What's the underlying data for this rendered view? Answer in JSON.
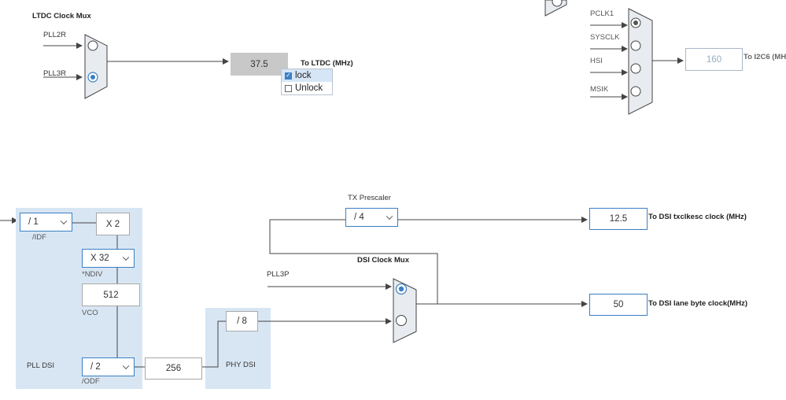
{
  "ltdc": {
    "title": "LTDC Clock Mux",
    "input_1": "PLL2R",
    "input_2": "PLL3R",
    "selected_input": "PLL3R",
    "value": "37.5",
    "output_label": "To LTDC (MHz)",
    "menu": {
      "items": [
        {
          "label": "lock",
          "checked": true
        },
        {
          "label": "Unlock",
          "checked": false
        }
      ]
    }
  },
  "i2c6": {
    "inputs": [
      "PCLK1",
      "SYSCLK",
      "HSI",
      "MSIK"
    ],
    "selected_input": "PCLK1",
    "value": "160",
    "output_label": "To I2C6 (MH"
  },
  "pll_dsi": {
    "label": "PLL DSI",
    "idf_value": "/ 1",
    "idf_label": "/IDF",
    "mult_value": "X 2",
    "ndiv_value": "X 32",
    "ndiv_label": "*NDIV",
    "vco_value": "512",
    "vco_label": "VCO",
    "odf_value": "/ 2",
    "odf_label": "/ODF",
    "out_value": "256"
  },
  "phy_dsi": {
    "label": "PHY DSI",
    "div_value": "/ 8"
  },
  "tx_prescaler": {
    "title": "TX Prescaler",
    "value": "/ 4",
    "output_value": "12.5",
    "output_label": "To DSI txclkesc clock (MHz)"
  },
  "dsi_mux": {
    "title": "DSI Clock Mux",
    "input_1": "PLL3P",
    "selected_input": "PLL3P",
    "output_value": "50",
    "output_label": "To DSI lane byte clock(MHz)"
  },
  "colors": {
    "wire": "#444444",
    "accent": "#3b7fc4",
    "panel": "#d8e6f4",
    "mux_fill": "#e8ecf0"
  }
}
